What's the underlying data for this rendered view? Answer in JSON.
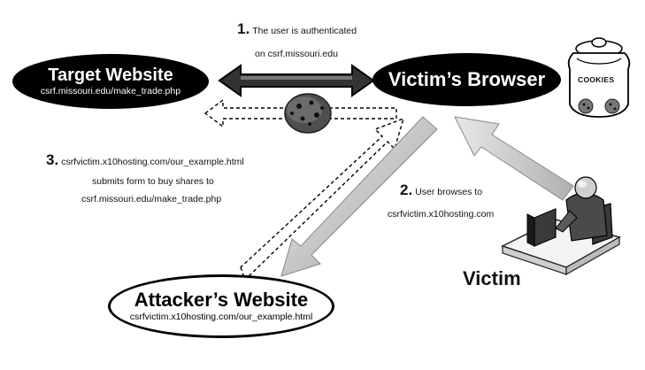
{
  "nodes": {
    "target": {
      "title": "Target Website",
      "url": "csrf.missouri.edu/make_trade.php"
    },
    "browser": {
      "title": "Victim’s Browser"
    },
    "attacker": {
      "title": "Attacker’s Website",
      "url": "csrfvictim.x10hosting.com/our_example.html"
    },
    "victim": {
      "label": "Victim"
    },
    "cookie_jar": {
      "label": "COOKIES"
    }
  },
  "steps": [
    {
      "number": "1.",
      "lines": [
        "The user is authenticated",
        "on csrf.missouri.edu"
      ]
    },
    {
      "number": "2.",
      "lines": [
        "User browses to",
        "csrfvictim.x10hosting.com"
      ]
    },
    {
      "number": "3.",
      "lines": [
        "csrfvictim.x10hosting.com/our_example.html",
        "submits form to buy shares to",
        "csrf.missouri.edu/make_trade.php"
      ]
    }
  ],
  "colors": {
    "dark": "#000000",
    "arrow_gray": "#b8b8b8",
    "arrow_dark_edge": "#555555",
    "cookie": "#5a5a5a"
  }
}
